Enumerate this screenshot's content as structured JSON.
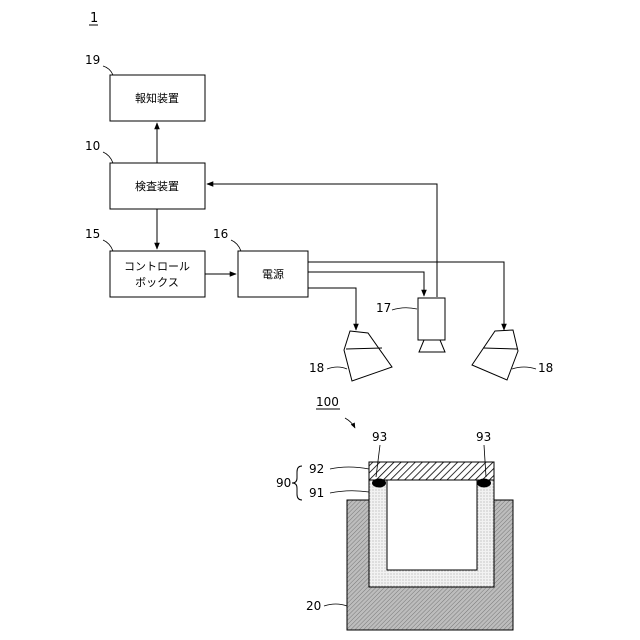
{
  "figure": {
    "number": "1"
  },
  "blocks": {
    "notify": {
      "ref": "19",
      "label": "報知装置"
    },
    "inspect": {
      "ref": "10",
      "label": "検査装置"
    },
    "control": {
      "ref": "15",
      "label_line1": "コントロール",
      "label_line2": "ボックス"
    },
    "power": {
      "ref": "16",
      "label": "電源"
    }
  },
  "devices": {
    "camera": {
      "ref": "17"
    },
    "light_left": {
      "ref": "18"
    },
    "light_right": {
      "ref": "18"
    }
  },
  "workpiece": {
    "ref": "100",
    "group_ref": "90",
    "cover_ref": "92",
    "body_ref": "91",
    "seal_left_ref": "93",
    "seal_right_ref": "93",
    "base_ref": "20"
  }
}
